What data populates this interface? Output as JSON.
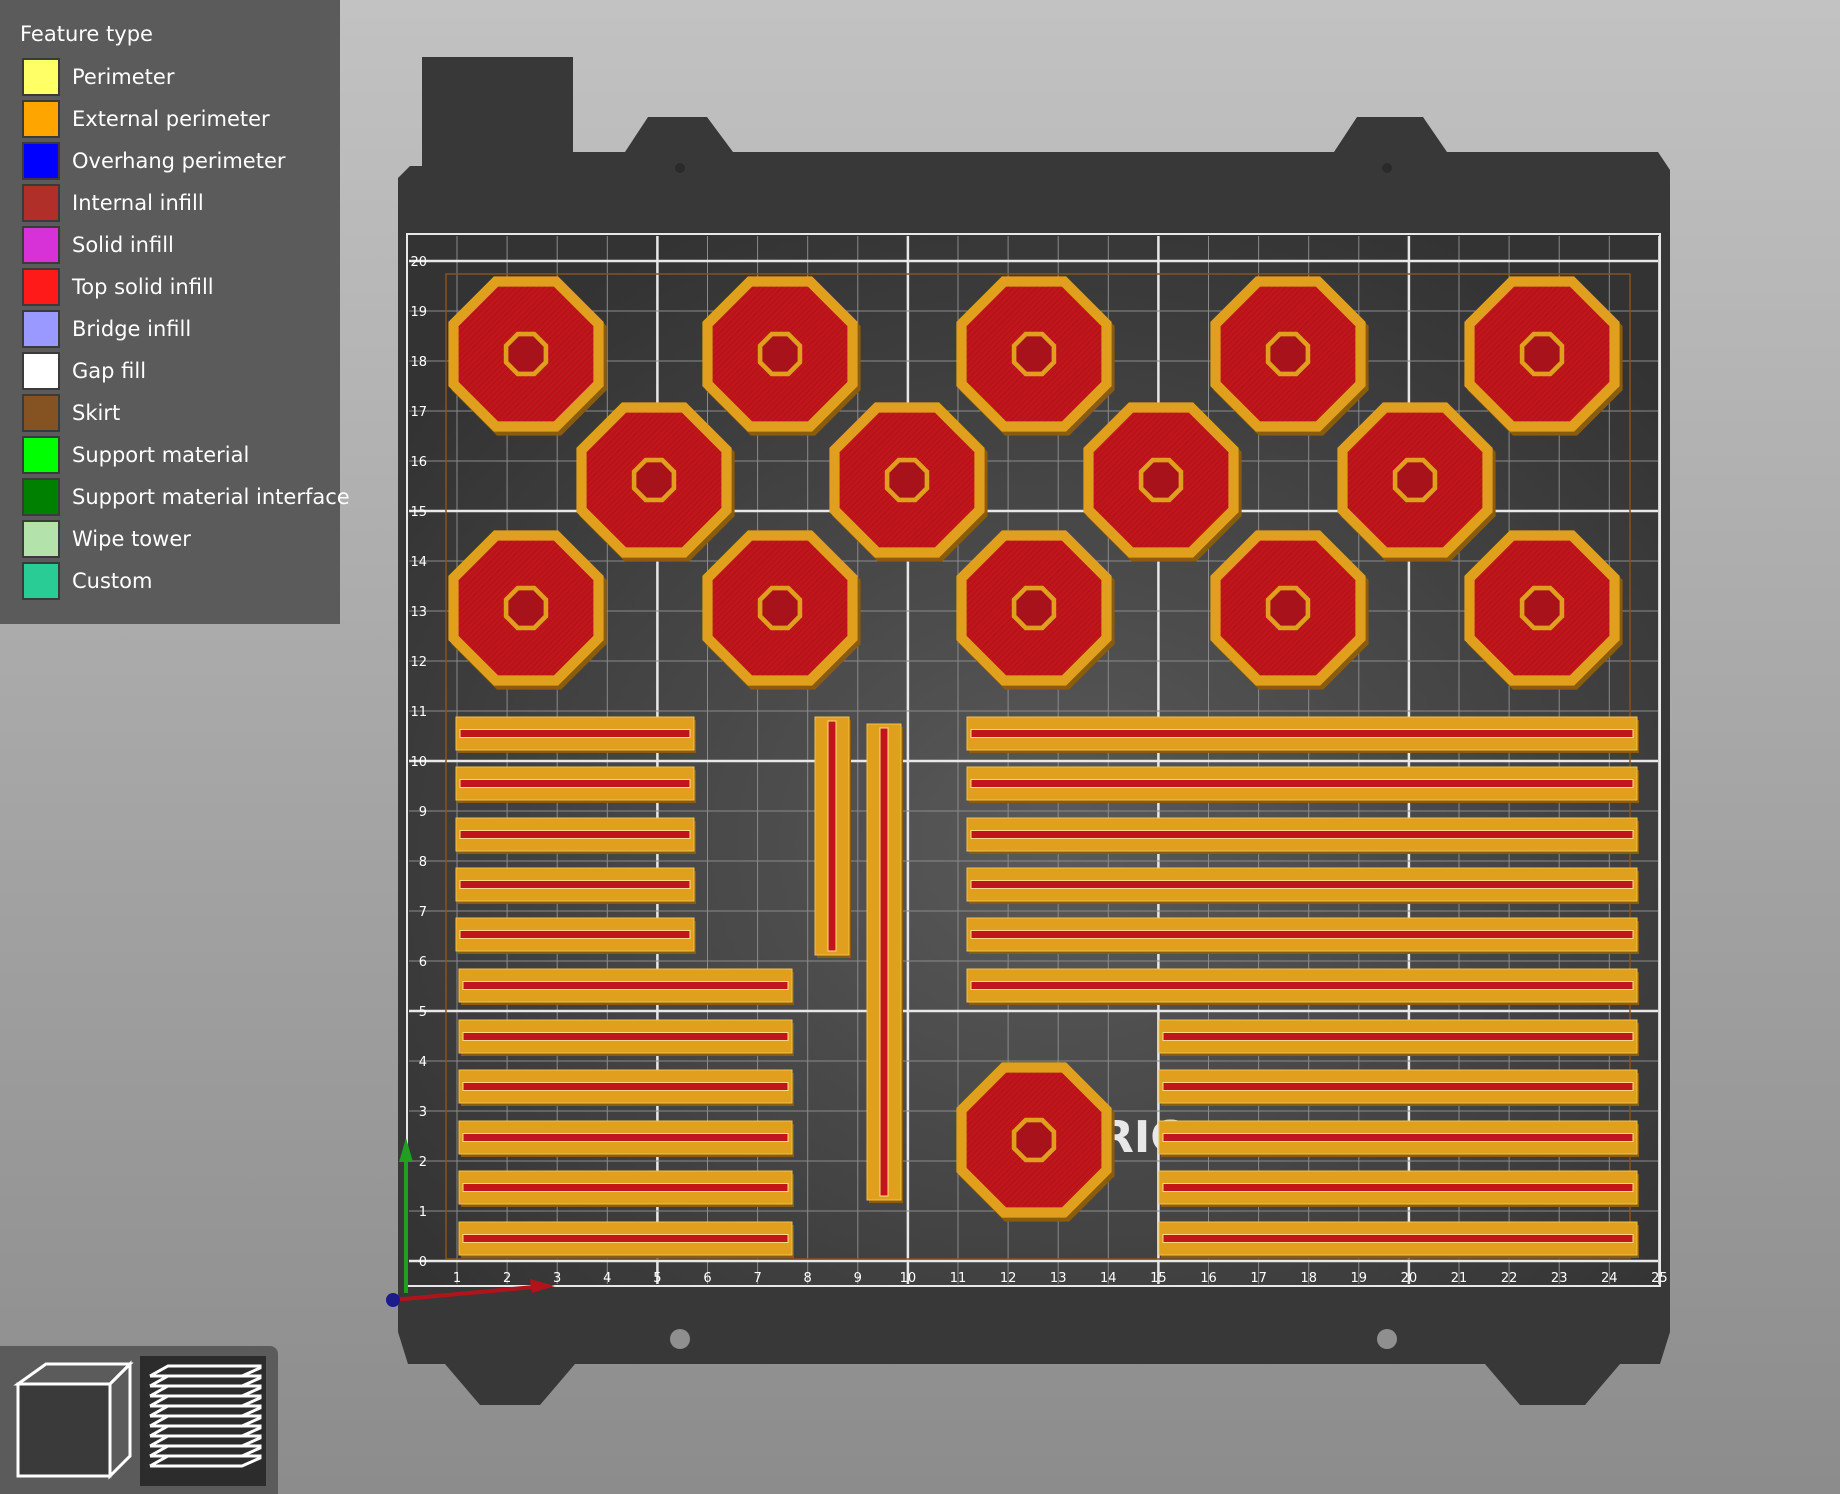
{
  "legend": {
    "title": "Feature type",
    "items": [
      {
        "label": "Perimeter",
        "color": "#ffff66"
      },
      {
        "label": "External perimeter",
        "color": "#ffa500"
      },
      {
        "label": "Overhang perimeter",
        "color": "#0000ff"
      },
      {
        "label": "Internal infill",
        "color": "#b03029"
      },
      {
        "label": "Solid infill",
        "color": "#d732d7"
      },
      {
        "label": "Top solid infill",
        "color": "#ff1a1a"
      },
      {
        "label": "Bridge infill",
        "color": "#9999ff"
      },
      {
        "label": "Gap fill",
        "color": "#ffffff"
      },
      {
        "label": "Skirt",
        "color": "#845321"
      },
      {
        "label": "Support material",
        "color": "#00ff00"
      },
      {
        "label": "Support material interface",
        "color": "#008000"
      },
      {
        "label": "Wipe tower",
        "color": "#b3e3ab"
      },
      {
        "label": "Custom",
        "color": "#28cc94"
      }
    ]
  },
  "view_toolbar": {
    "buttons": [
      {
        "name": "3d-view-button",
        "icon": "cube-icon",
        "active": false
      },
      {
        "name": "preview-button",
        "icon": "layers-icon",
        "active": true
      }
    ]
  },
  "bed": {
    "x_ticks": [
      "1",
      "2",
      "3",
      "4",
      "5",
      "6",
      "7",
      "8",
      "9",
      "10",
      "11",
      "12",
      "13",
      "14",
      "15",
      "16",
      "17",
      "18",
      "19",
      "20",
      "21",
      "22",
      "23",
      "24",
      "25"
    ],
    "y_ticks": [
      "0",
      "1",
      "2",
      "3",
      "4",
      "5",
      "6",
      "7",
      "8",
      "9",
      "10",
      "11",
      "12",
      "13",
      "14",
      "15",
      "16",
      "17",
      "18",
      "19",
      "20"
    ],
    "logo_text": "RIG",
    "colors": {
      "plate": "#383838",
      "grid": "#8a8a8a",
      "grid_major": "#e8e8e8",
      "perimeter": "#e0a01e",
      "perimeter_shadow": "#8a5c0e",
      "infill": "#c0161b",
      "axis_x": "#c0141a",
      "axis_y": "#1fa01f",
      "axis_z": "#1b1b8c"
    }
  }
}
